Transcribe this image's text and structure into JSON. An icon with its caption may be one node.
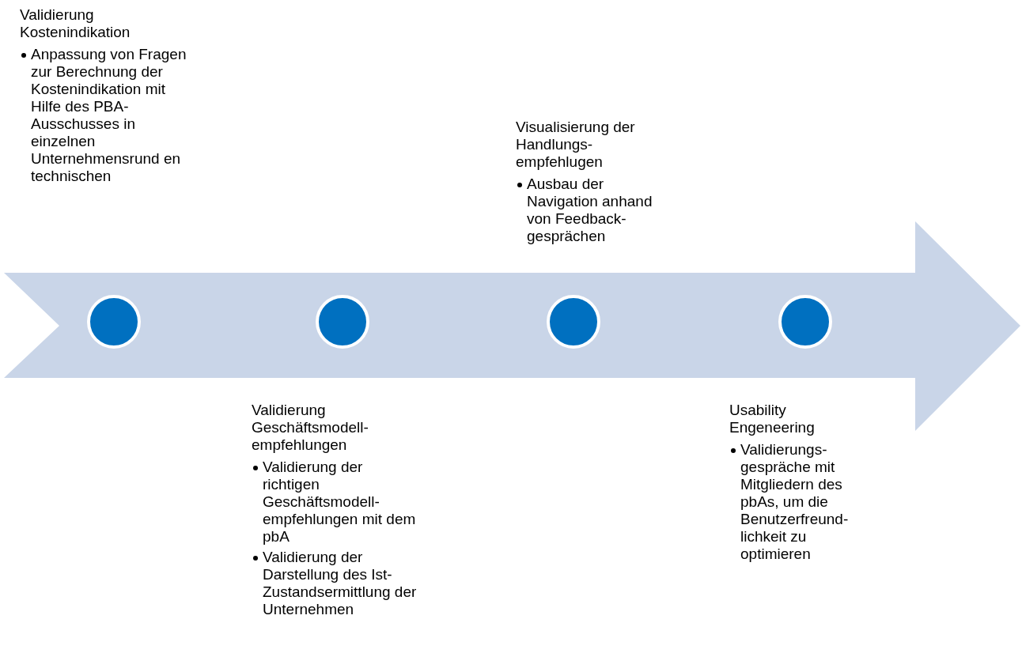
{
  "diagram": {
    "nodes": [
      {
        "text": [],
        "shape": "circle",
        "beside": [
          "Validierung Kostenindikation",
          "Anpassung von Fragen zur Berechnung der Kostenindikation mit Hilfe des PBA-Ausschusses in einzelnen Unternehmensrund en technischen"
        ]
      },
      {
        "text": [],
        "shape": "circle",
        "beside": [
          "Validierung Geschäftsmodell- empfehlungen",
          "Validierung der richtigen Geschäftsmodell- empfehlungen mit dem pbA",
          "Validierung der Darstellung des Ist-Zustandsermittlung der Unternehmen"
        ]
      },
      {
        "text": [],
        "shape": "circle",
        "beside": [
          "Visualisierung der Handlungs- empfehlugen",
          "Ausbau der Navigation anhand von Feedback- gesprächen"
        ]
      },
      {
        "text": [],
        "shape": "circle",
        "beside": [
          "Usability Engeneering",
          "Validierungs- gespräche mit Mitgliedern des pbAs, um die Benutzerfreund- lichkeit zu optimieren"
        ]
      }
    ]
  }
}
